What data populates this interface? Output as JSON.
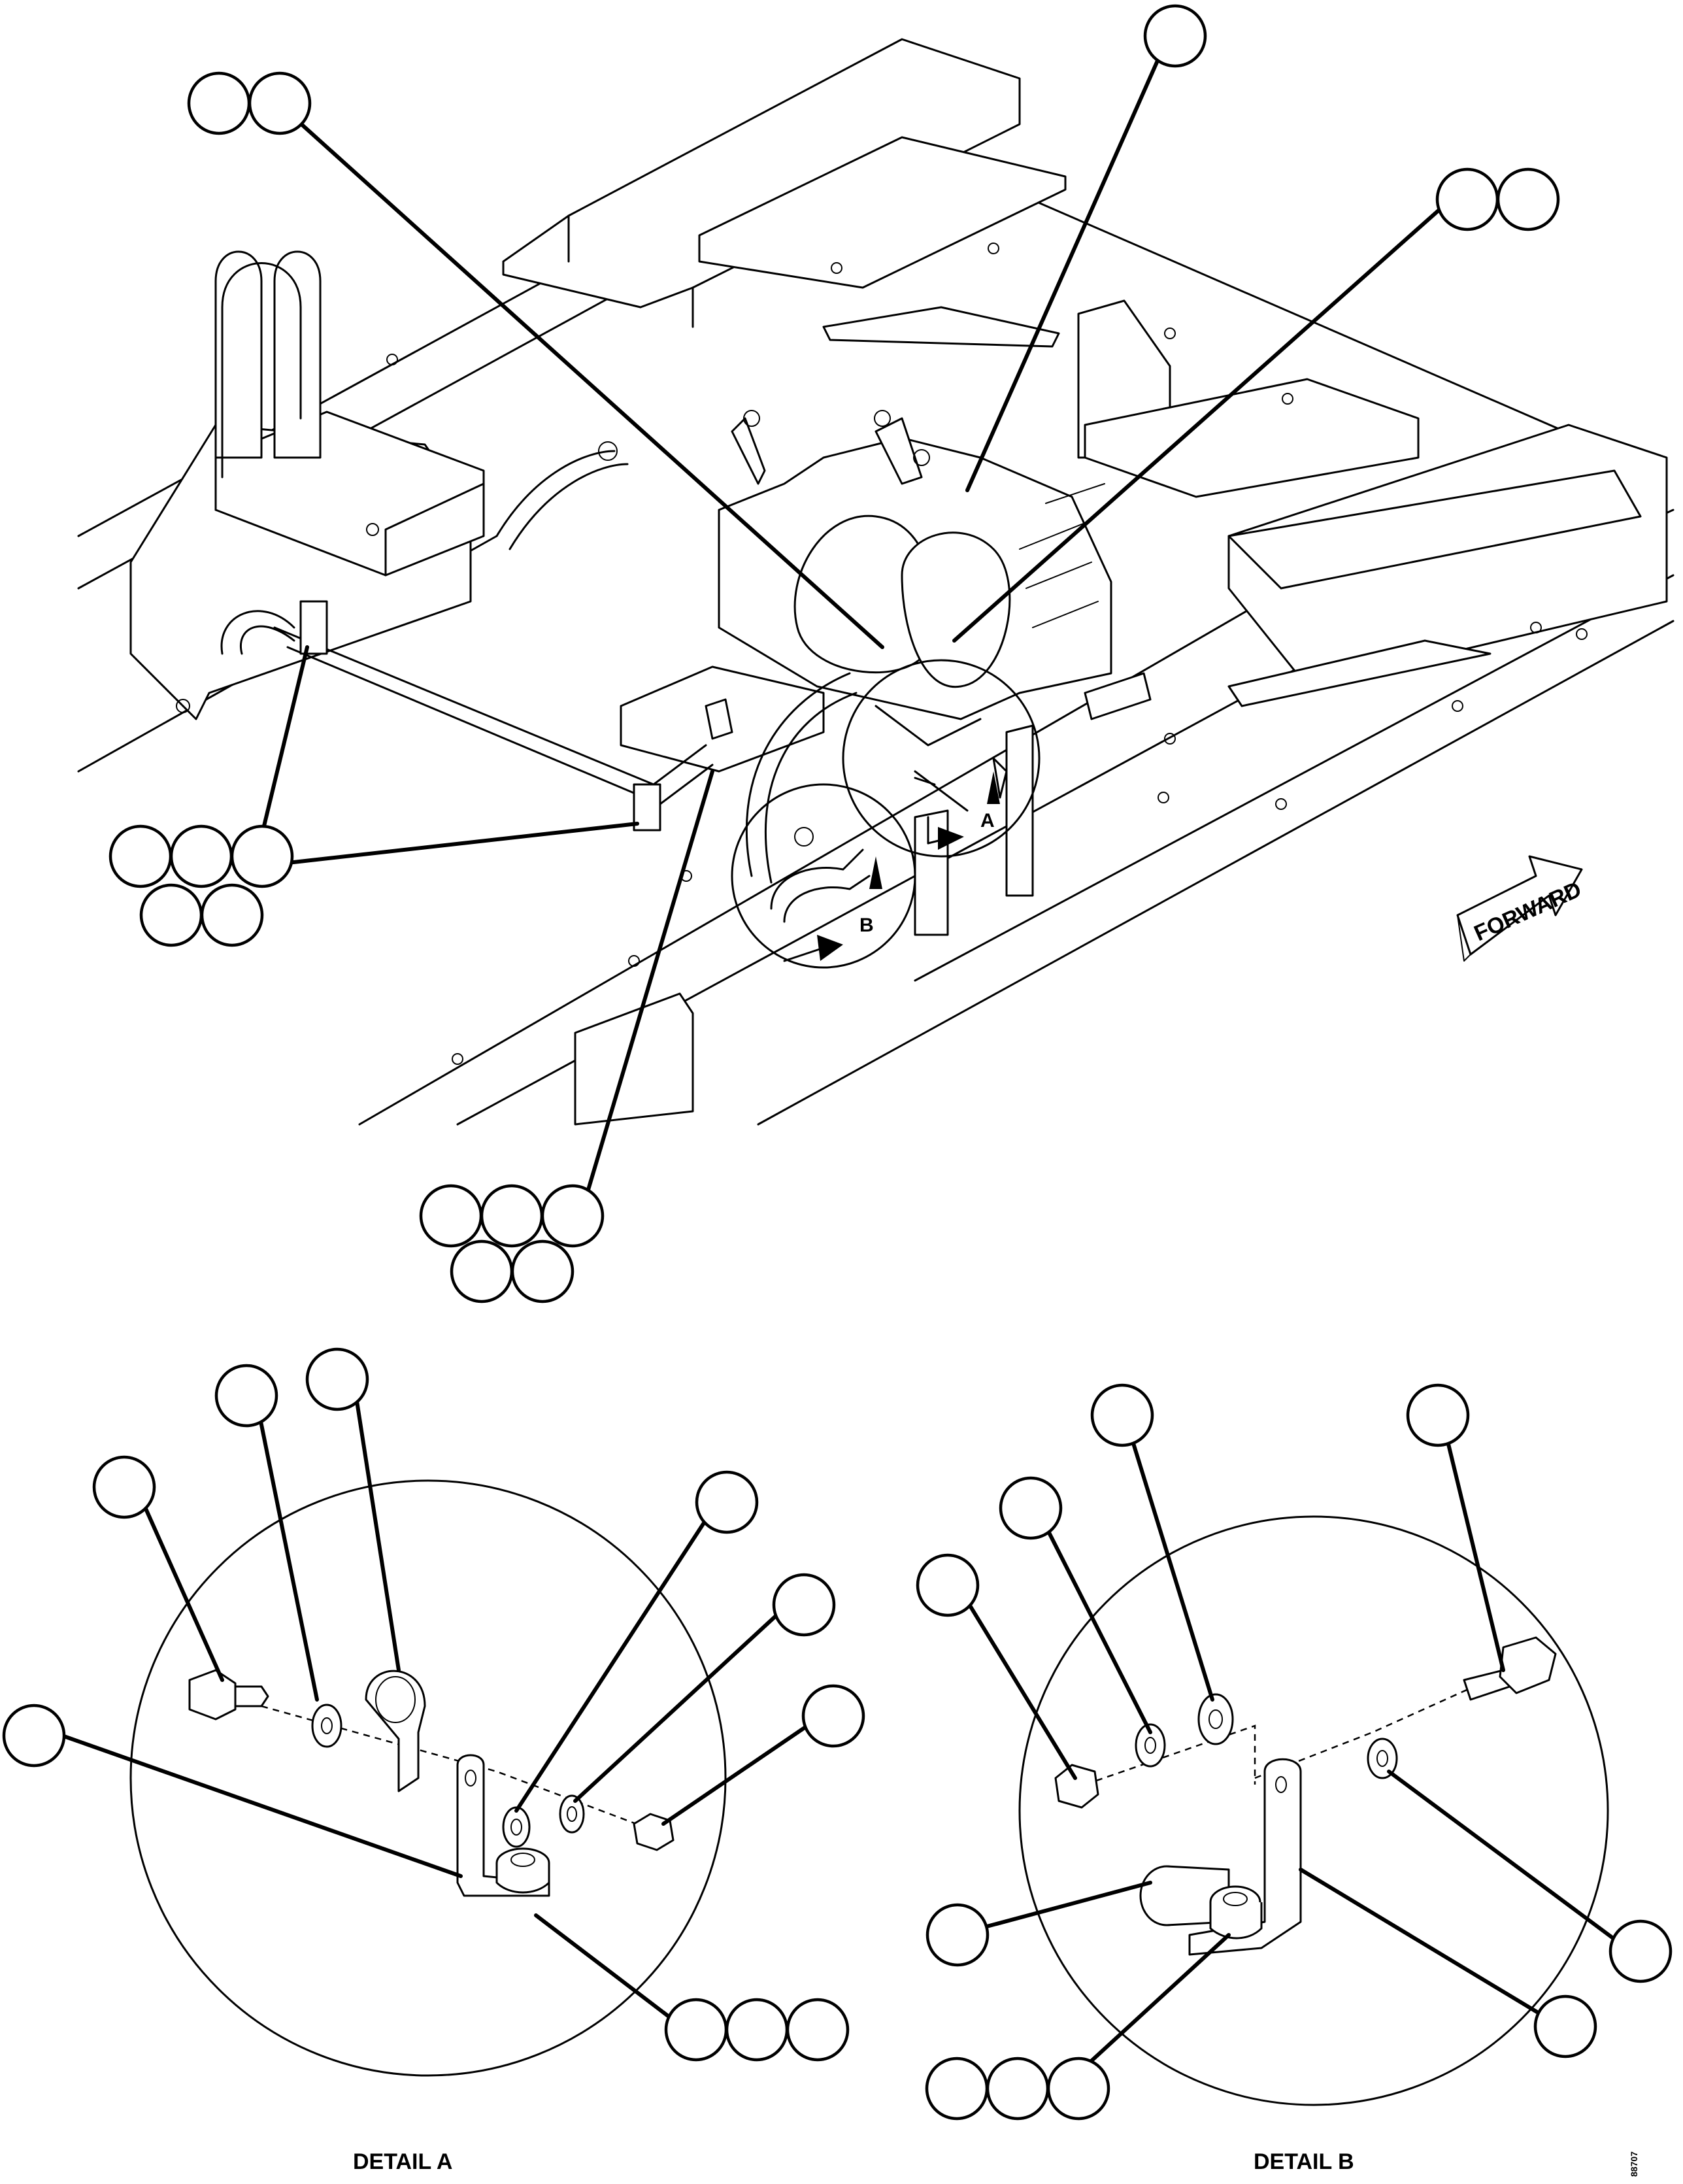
{
  "direction_arrow": {
    "label": "FORWARD"
  },
  "detail_markers": [
    {
      "letter": "A"
    },
    {
      "letter": "B"
    }
  ],
  "detail_captions": {
    "detail_a": "DETAIL A",
    "detail_b": "DETAIL B"
  },
  "drawing_number": "88707"
}
